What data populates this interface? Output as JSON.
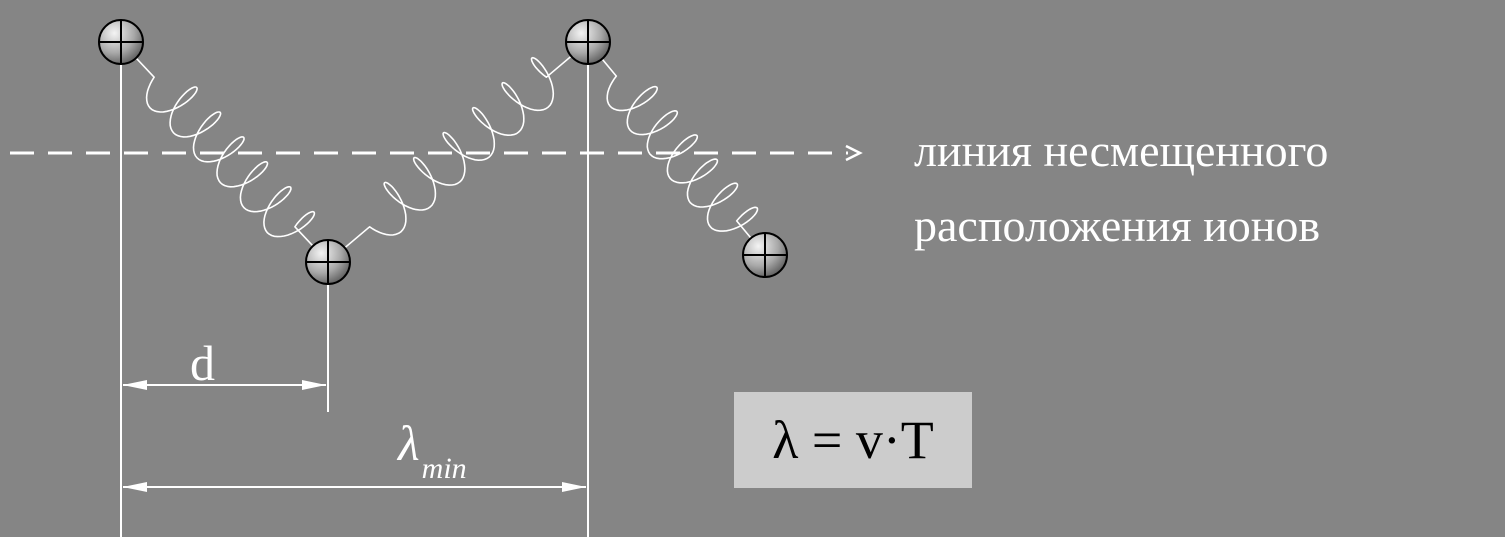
{
  "caption": {
    "line1": "линия несмещенного",
    "line2": "расположения ионов"
  },
  "labels": {
    "d": "d",
    "lambda_symbol": "λ",
    "lambda_subscript": "min"
  },
  "formula": "λ = v·T",
  "icons": {
    "ion": "circle-plus-icon",
    "spring": "coil-spring-icon",
    "arrowhead": "arrowhead-icon"
  },
  "colors": {
    "background": "#858585",
    "lines": "#ffffff",
    "formula_box": "#cccccc",
    "formula_text": "#000000",
    "ion_fill_light": "#f0f0f0",
    "ion_fill_dark": "#6e6e6e",
    "ion_stroke": "#000000"
  }
}
